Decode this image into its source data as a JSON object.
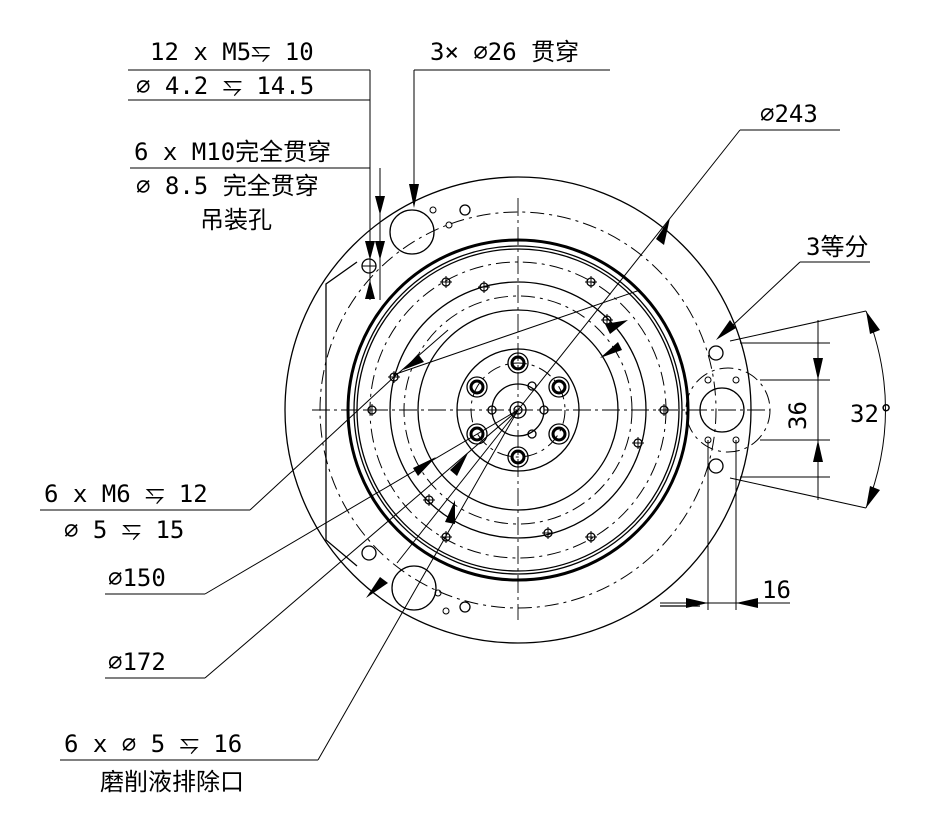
{
  "callouts": {
    "tapped_holes_m5": {
      "line1": "12 x M5⥧ 10",
      "line2": "∅ 4.2 ⥧ 14.5"
    },
    "through_holes_26": {
      "line1": "3× ∅26 贯穿"
    },
    "lifting_holes_m10": {
      "line1": "6 x M10完全贯穿",
      "line2": "∅ 8.5 完全贯穿",
      "line3": "吊装孔"
    },
    "diameter_243": {
      "line1": "∅243"
    },
    "equal_division": {
      "line1": "3等分"
    },
    "tapped_holes_m6": {
      "line1": "6 x M6 ⥧ 12",
      "line2": "∅ 5 ⥧ 15"
    },
    "diameter_150": {
      "line1": "∅150"
    },
    "diameter_172": {
      "line1": "∅172"
    },
    "drain_holes": {
      "line1": "6 x ∅ 5 ⥧ 16",
      "line2": "磨削液排除口"
    }
  },
  "dimensions": {
    "vertical_spacing": "36",
    "angle": "32°",
    "horizontal_offset": "16"
  }
}
